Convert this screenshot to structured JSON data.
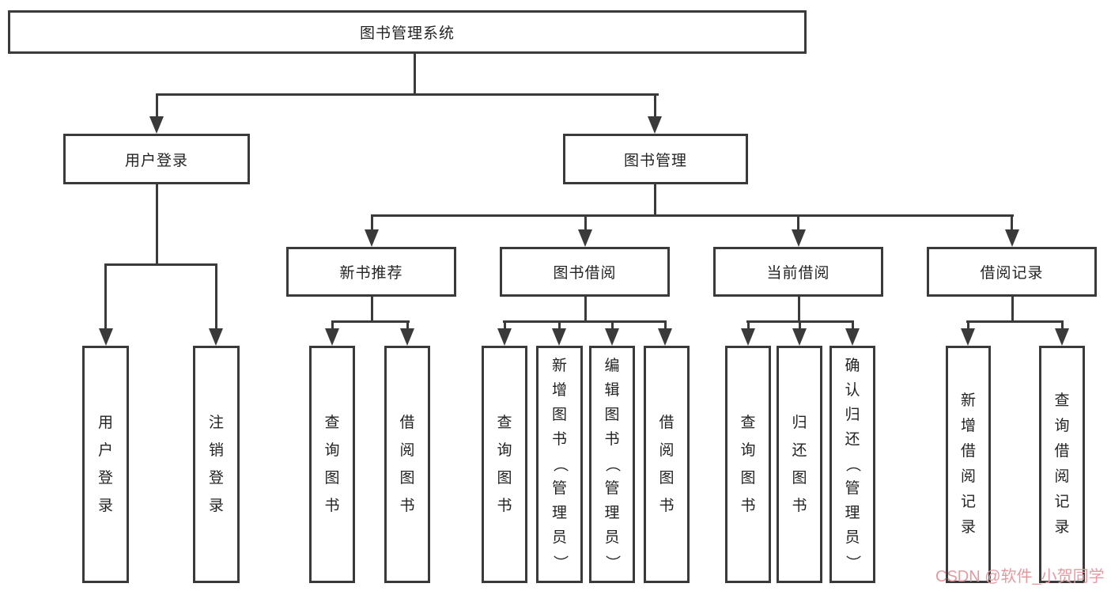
{
  "palette": {
    "line": "#3a3a3a",
    "box_border": "#3a3a3a",
    "box_background": "#ffffff",
    "text": "#232323",
    "watermark": "#e59aa0"
  },
  "tree": {
    "root": {
      "label": "图书管理系统"
    },
    "level2": [
      {
        "label": "用户登录",
        "children": [
          {
            "label": "用户登录"
          },
          {
            "label": "注销登录"
          }
        ]
      },
      {
        "label": "图书管理",
        "children": [
          {
            "label": "新书推荐",
            "children": [
              {
                "label": "查询图书"
              },
              {
                "label": "借阅图书"
              }
            ]
          },
          {
            "label": "图书借阅",
            "children": [
              {
                "label": "查询图书"
              },
              {
                "label": "新增图书（管理员）"
              },
              {
                "label": "编辑图书（管理员）"
              },
              {
                "label": "借阅图书"
              }
            ]
          },
          {
            "label": "当前借阅",
            "children": [
              {
                "label": "查询图书"
              },
              {
                "label": "归还图书"
              },
              {
                "label": "确认归还（管理员）"
              }
            ]
          },
          {
            "label": "借阅记录",
            "children": [
              {
                "label": "新增借阅记录"
              },
              {
                "label": "查询借阅记录"
              }
            ]
          }
        ]
      }
    ]
  },
  "watermark": {
    "text": "CSDN @软件_小贺同学"
  }
}
